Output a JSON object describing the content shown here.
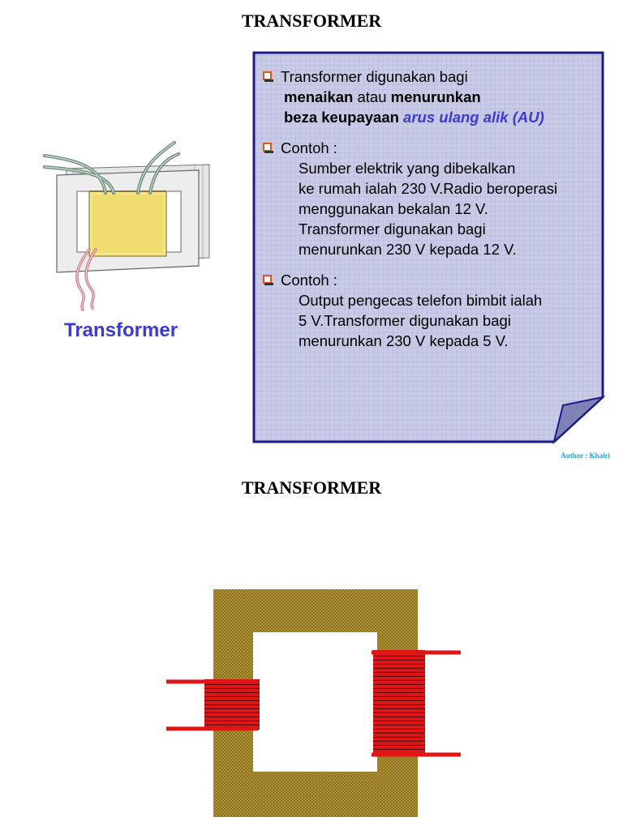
{
  "slide1": {
    "title": "TRANSFORMER",
    "image_label": "Transformer",
    "bullet1": {
      "line1": "Transformer digunakan bagi",
      "line2_bold1": "menaikan",
      "line2_mid": " atau ",
      "line2_bold2": "menurunkan",
      "line3_bold": "beza keupayaan ",
      "line3_au": "arus ulang alik (AU)"
    },
    "bullet2": {
      "head": "Contoh :",
      "lines": [
        "Sumber elektrik yang dibekalkan",
        "ke rumah ialah 230 V.Radio beroperasi",
        "menggunakan bekalan 12 V.",
        "Transformer digunakan bagi",
        "menurunkan 230 V kepada 12 V."
      ]
    },
    "bullet3": {
      "head": "Contoh :",
      "lines": [
        "Output pengecas telefon bimbit ialah",
        "5 V.Transformer digunakan bagi",
        "menurunkan 230 V kepada 5 V."
      ]
    },
    "author": "Author : Khairi"
  },
  "slide2": {
    "title": "TRANSFORMER"
  },
  "colors": {
    "accent_blue": "#3b3bd1",
    "panel_fill": "#c9cbe6",
    "panel_border": "#1b1b8a",
    "bullet": "#e0551b",
    "core": "#9b8020",
    "coil": "#e01515",
    "author": "#2aa0e6"
  }
}
